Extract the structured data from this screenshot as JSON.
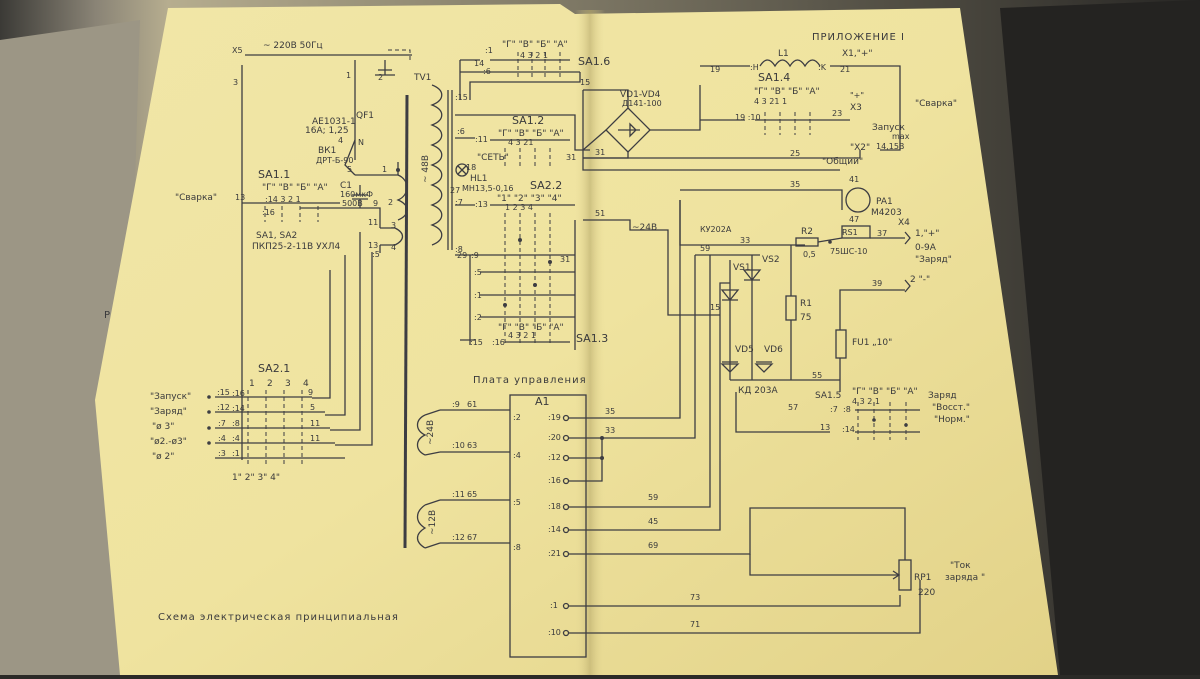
{
  "header": {
    "appendix": "ПРИЛОЖЕНИЕ  I"
  },
  "caption": "Схема электрическая принципиальная",
  "control_board": "Плата управления",
  "left_margin_mark": "Р",
  "power": {
    "x5_label": "X5",
    "supply": "~ 220В 50Гц",
    "qf1": "QF1",
    "qf1_model": "АЕ1031-1",
    "qf1_rating": "16А; 1,25",
    "bk1": "ВК1",
    "bk1_model": "ДРТ-Б-90",
    "c1": "C1",
    "c1_value": "160мкФ",
    "c1_voltage": "500В",
    "sa11": "SA1.1",
    "sa1sa2": "SA1, SA2",
    "pkp": "ПКП25-2-11В УХЛ4",
    "welding": "\"Сварка\""
  },
  "sa21": {
    "title": "SA2.1",
    "cols": [
      "1",
      "2",
      "3",
      "4"
    ],
    "rows": [
      "\"Запуск\"",
      "\"Заряд\"",
      "\"ø 3\"",
      "\"ø2.-ø3\"",
      "\"ø 2\""
    ],
    "bottom": "1\" 2\" 3\" 4\""
  },
  "transformer": {
    "tv1": "TV1",
    "v48": "~ 48В"
  },
  "sa16": {
    "title": "SA1.6",
    "header": "\"Г\" \"В\" \"Б\" \"А\""
  },
  "sa12": {
    "title": "SA1.2",
    "header": "\"Г\" \"В\" \"Б\" \"А\""
  },
  "sa22": {
    "title": "SA2.2",
    "header": "\"1\" \"2\" \"3\" \"4\""
  },
  "sa13": {
    "title": "SA1.3",
    "header": "\"Г\" \"В\" \"Б\" \"А\""
  },
  "sa14": {
    "title": "SA1.4",
    "header": "\"Г\" \"В\" \"Б\" \"А\""
  },
  "sa15": {
    "title": "SA1.5",
    "header": "\"Г\" \"В\" \"Б\" \"А\""
  },
  "lamp": {
    "hl1": "HL1",
    "hl1_model": "МН13,5-0,16",
    "set": "\"СЕТЬ\""
  },
  "bridge": {
    "vd": "VD1-VD4",
    "vd_model": "Д141-100"
  },
  "output": {
    "l1": "L1",
    "x1": "X1,\"+\"",
    "x3": "X3",
    "plus": "\"+\"",
    "x2": "\"X2\"",
    "start": "Запуск",
    "start2": "max",
    "start3": "14,15В",
    "common": "\"Общий\"",
    "welding_out": "\"Сварка\""
  },
  "meter": {
    "pa1": "PA1",
    "pa1_model": "М4203",
    "rs1": "RS1",
    "rs1_model": "75ШС-10",
    "x4": "X4",
    "plus": "1,\"+\"",
    "range": "0-9А",
    "charge": "\"Заряд\"",
    "minus": "2 \"-\""
  },
  "charger": {
    "ku": "КУ202А",
    "vs1": "VS1",
    "vs2": "VS2",
    "r2": "R2",
    "r2_val": "0,5",
    "r1": "R1",
    "r1_val": "75",
    "vd5": "VD5",
    "vd6": "VD6",
    "kd": "КД 203А",
    "fu1": "FU1",
    "fu1_val": "„10\"",
    "v24": "~24В",
    "mode": "Заряд",
    "boost": "\"Восст.\"",
    "norm": "\"Норм.\""
  },
  "a1": {
    "title": "A1",
    "pins_left": [
      ":2",
      ":4",
      ":5",
      ":8"
    ],
    "pins_right": [
      ":19",
      ":20",
      ":12",
      ":16",
      ":18",
      ":14",
      ":21",
      ":1",
      ":10"
    ]
  },
  "aux": {
    "v24": "~24В",
    "v12": "~12В"
  },
  "rp1": {
    "name": "RP1",
    "value": "220",
    "label": "\"Ток",
    "label2": "заряда \""
  },
  "wires": [
    "3",
    "1",
    "2",
    "4",
    "5",
    "N",
    "14",
    "15",
    "16",
    "18",
    "19",
    "20",
    "21",
    "23",
    "25",
    "27",
    "29",
    "31",
    "33",
    "35",
    "37",
    "39",
    "41",
    "45",
    "47",
    "51",
    "55",
    "57",
    "59",
    "61",
    "63",
    "65",
    "67",
    "69",
    "71",
    "73",
    "I",
    "2",
    "3",
    "4"
  ]
}
